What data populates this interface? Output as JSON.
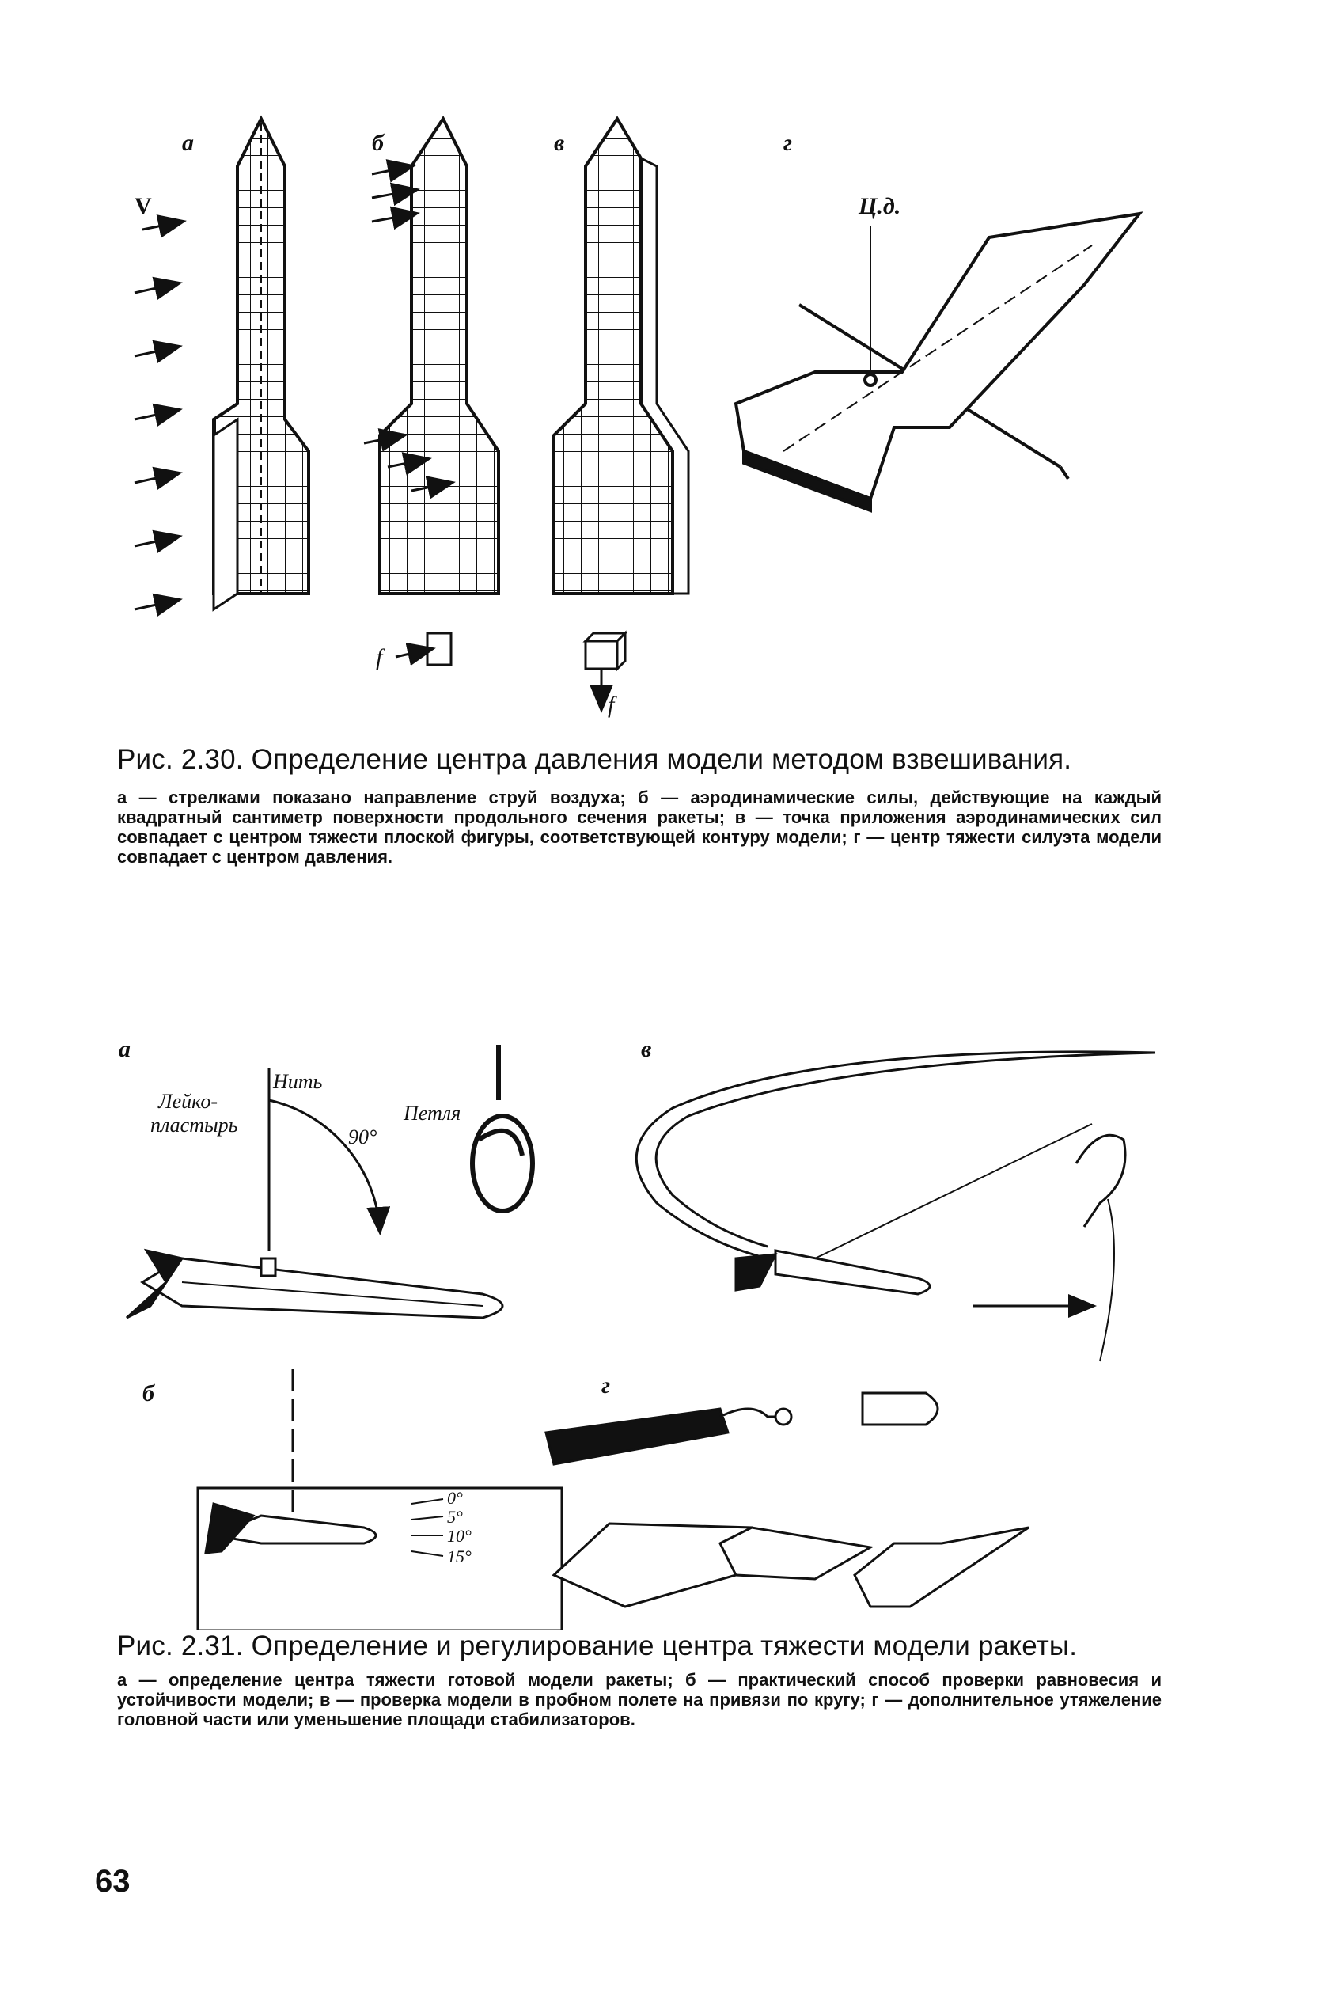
{
  "figure_2_30": {
    "panel_labels": [
      "а",
      "б",
      "в",
      "г"
    ],
    "velocity_label": "V",
    "cp_label": "Ц.д.",
    "force_label": "f",
    "caption_title": "Рис. 2.30. Определение центра давления модели методом взвешивания.",
    "caption_text": "а — стрелками показано направление струй воздуха; б — аэродинамические силы, действующие на каждый квадратный сантиметр поверхности продольного сечения ракеты; в — точка приложения аэродинамических сил совпадает с центром тяжести плоской фигуры, соответствующей контуру модели; г — центр тяжести силуэта модели совпадает с центром давления."
  },
  "figure_2_31": {
    "panel_labels": [
      "а",
      "б",
      "в",
      "г"
    ],
    "thread_label": "Нить",
    "tape_label_1": "Лейко-",
    "tape_label_2": "пластырь",
    "angle_label": "90°",
    "loop_label": "Петля",
    "scale_labels": [
      "0°",
      "5°",
      "10°",
      "15°"
    ],
    "caption_title": "Рис. 2.31. Определение и регулирование центра тяжести модели ракеты.",
    "caption_text": "а — определение центра тяжести готовой модели ракеты; б — практический способ проверки равновесия и устойчивости модели; в — проверка модели в пробном полете на привязи по кругу; г — дополнительное утяжеление головной части или уменьшение площади стабилизаторов."
  },
  "page_number": "63"
}
